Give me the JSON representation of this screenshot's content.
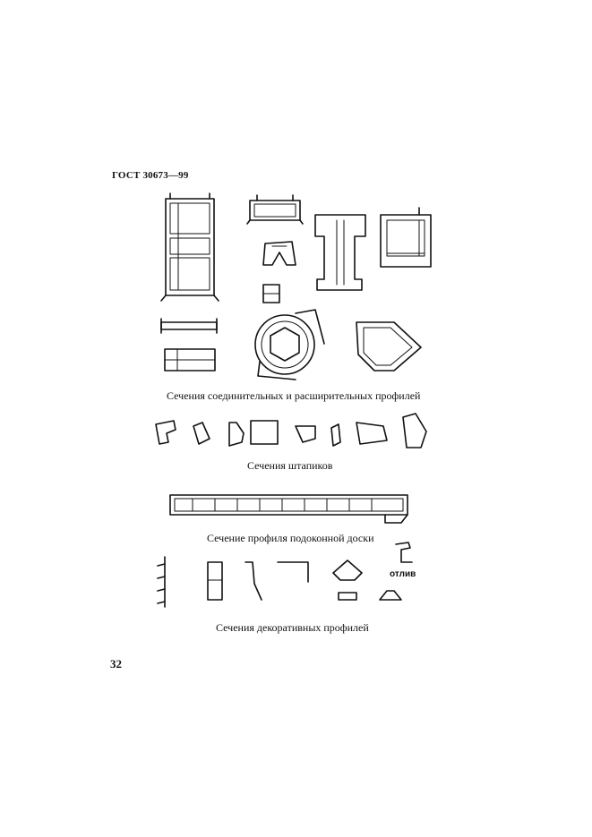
{
  "header": {
    "standard": "ГОСТ 30673—99"
  },
  "captions": {
    "connecting": "Сечения соединительных и расширительных профилей",
    "beads": "Сечения штапиков",
    "sill": "Сечение профиля подоконной доски",
    "decorative": "Сечения декоративных профилей"
  },
  "labels": {
    "drip": "отлив"
  },
  "page_number": "32"
}
